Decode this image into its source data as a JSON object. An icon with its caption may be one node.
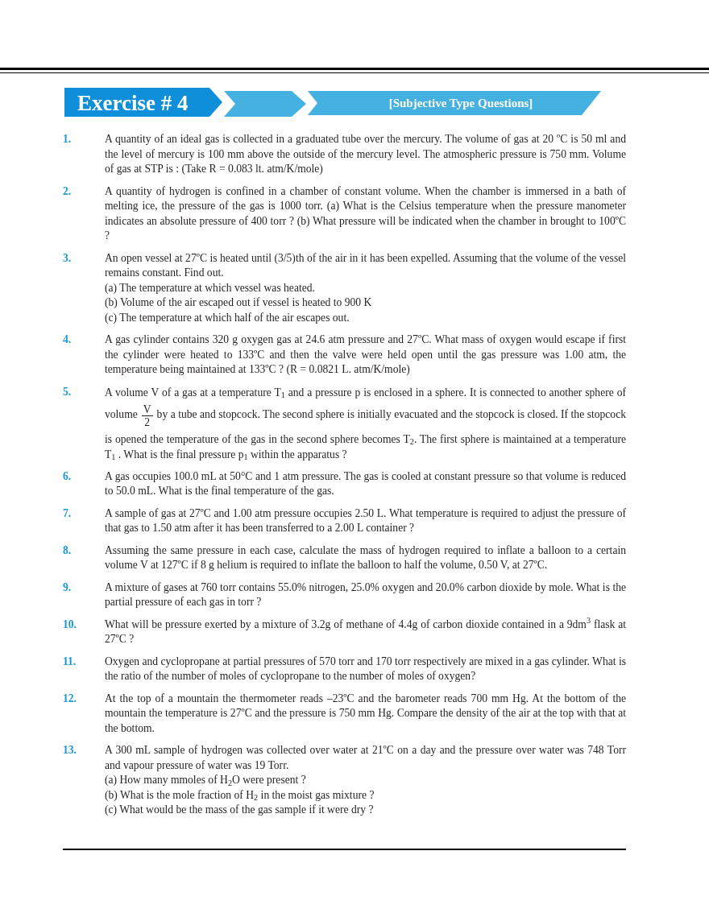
{
  "diagram": {
    "nodes": [
      {
        "text": [
          "Exercise # 4"
        ]
      },
      {
        "text": [],
        "shape": "chevron"
      },
      {
        "text": [
          "[Subjective Type Questions]"
        ]
      }
    ],
    "labels": [
      "1.",
      "A quantity of an ideal gas is collected in a graduated tube over the mercury. The volume of gas at 20 ºC is 50 ml and the level of mercury is 100 mm above the outside of the mercury level. The atmospheric pressure is 750 mm. Volume of gas at STP is : (Take R = 0.083 lt. atm/K/mole)",
      "2.",
      "A quantity of hydrogen is confined in a chamber of constant volume. When the chamber is immersed in a bath of melting ice, the pressure of the gas is 1000 torr. (a) What is the Celsius temperature when the pressure manometer indicates an absolute pressure of 400 torr ? (b) What pressure will be indicated when the chamber in brought to 100ºC ?",
      "3.",
      "An open vessel at 27ºC is heated until (3/5)th of the air in it has been expelled. Assuming that the volume of the vessel remains constant. Find out.",
      "(a) The temperature at which vessel was heated.",
      "(b) Volume of the air escaped out if vessel is heated to 900 K",
      "(c) The temperature at which half of the air escapes out.",
      "4.",
      "A gas cylinder contains 320 g oxygen gas at 24.6 atm pressure and 27ºC. What mass of oxygen would escape if first the cylinder were heated to 133ºC and then the valve were held open until the gas pressure was 1.00 atm, the temperature being maintained at 133ºC ? (R = 0.0821 L. atm/K/mole)",
      "5.",
      "A volume V of a gas at a temperature T$_{1}$ and a pressure p is enclosed in a sphere. It is connected to another sphere of volume",
      "V",
      "2",
      "by a tube and stopcock. The second sphere is initially evacuated and the stopcock is closed. If the stopcock is opened the temperature of the gas in the second sphere becomes T$_{2}$. The first sphere is maintained at a temperature T$_{1}$ . What is the final pressure p$_{1}$ within the apparatus ?",
      "6.",
      "A gas occupies 100.0 mL at 50°C and 1 atm pressure. The gas is cooled at constant pressure so that volume is reduced to 50.0 mL. What is the final temperature of the gas.",
      "7.",
      "A sample of gas at 27ºC and 1.00 atm pressure occupies 2.50 L. What temperature is required to adjust the pressure of that gas to 1.50 atm after it has been transferred to a 2.00 L container ?",
      "8.",
      "Assuming the same pressure in each case, calculate the mass of hydrogen required to inflate a balloon to a certain volume V at 127ºC if 8 g helium is required to inflate the balloon to half the volume, 0.50 V, at 27ºC.",
      "9.",
      "A mixture of gases at 760 torr contains 55.0% nitrogen, 25.0% oxygen and 20.0% carbon dioxide by mole. What is the partial pressure of each gas in torr ?",
      "10.",
      "What will be pressure exerted by a mixture of 3.2g of methane of 4.4g of carbon dioxide contained in a 9dm$^{3}$ flask at 27ºC ?",
      "11.",
      "Oxygen and cyclopropane at partial pressures of 570 torr and 170 torr respectively are mixed in a gas cylinder. What is the ratio of the number of moles of cyclopropane to the number of moles of oxygen?",
      "12.",
      "At the top of a mountain the thermometer reads –23ºC and the barometer reads 700 mm Hg. At the bottom of the mountain the temperature is 27ºC and the pressure is 750 mm Hg. Compare the density of the air at the top with that at the bottom.",
      "13.",
      "A 300 mL sample of hydrogen was collected over water at 21ºC on a day and the pressure over water was 748 Torr and vapour pressure of water was 19 Torr.",
      "(a) How many mmoles of H$_{2}$O were present ?",
      "(b) What is the mole fraction of H$_{2}$ in the moist gas mixture ?",
      "(c) What would be the mass of the gas sample if it were dry ?"
    ]
  }
}
